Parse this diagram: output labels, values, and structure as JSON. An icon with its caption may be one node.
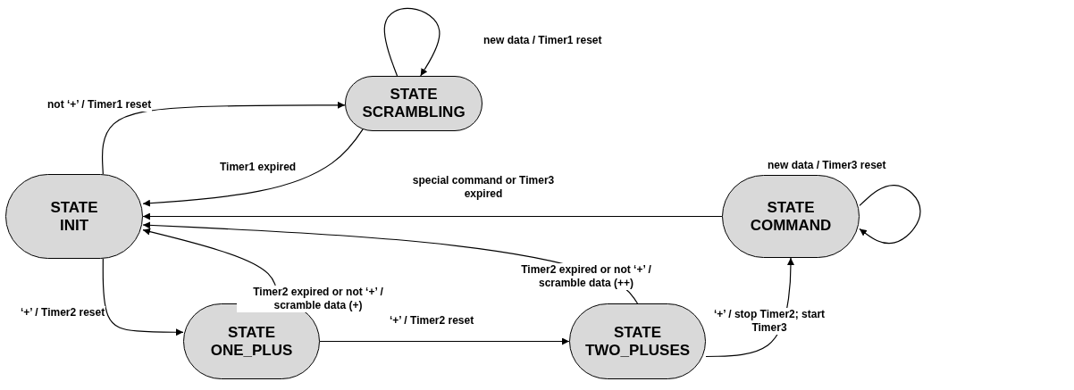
{
  "diagram": {
    "nodes": [
      {
        "text": [
          "STATE SCRAMBLING"
        ]
      },
      {
        "text": [
          "STATE INIT"
        ]
      },
      {
        "text": [
          "STATE COMMAND"
        ]
      },
      {
        "text": [
          "STATE ONE_PLUS"
        ]
      },
      {
        "text": [
          "STATE TWO_PLUSES"
        ]
      }
    ],
    "edges": [
      {
        "from": 0,
        "to": 0,
        "arrow": "to",
        "label": "new data / Timer1 reset"
      },
      {
        "from": 1,
        "to": 0,
        "arrow": "to",
        "label": "not ‘+’ / Timer1 reset"
      },
      {
        "from": 0,
        "to": 1,
        "arrow": "to",
        "label": "Timer1 expired"
      },
      {
        "from": 2,
        "to": 1,
        "arrow": "to",
        "label": "special command or Timer3 expired"
      },
      {
        "from": 2,
        "to": 2,
        "arrow": "to",
        "label": "new data / Timer3 reset"
      },
      {
        "from": 1,
        "to": 3,
        "arrow": "to",
        "label": "‘+’ / Timer2 reset"
      },
      {
        "from": 3,
        "to": 1,
        "arrow": "to",
        "label": "Timer2 expired or not ‘+’ / scramble data (+)"
      },
      {
        "from": 3,
        "to": 4,
        "arrow": "to",
        "label": "‘+’ / Timer2 reset"
      },
      {
        "from": 4,
        "to": 1,
        "arrow": "to",
        "label": "Timer2 expired or not ‘+’ / scramble data (++)"
      },
      {
        "from": 4,
        "to": 2,
        "arrow": "to",
        "label": "‘+’ / stop Timer2; start Timer3"
      }
    ]
  }
}
